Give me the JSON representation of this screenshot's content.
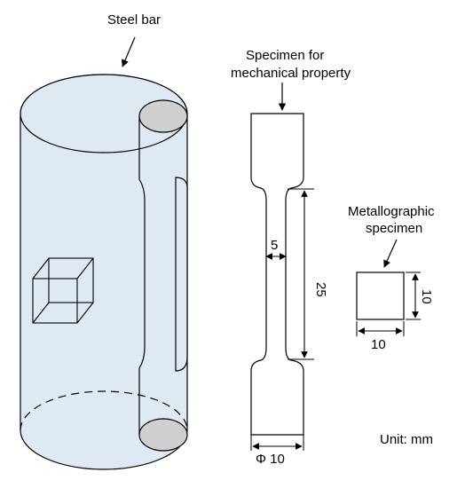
{
  "labels": {
    "steel_bar": "Steel bar",
    "specimen_mech_line1": "Specimen  for",
    "specimen_mech_line2": "mechanical property",
    "metallo_line1": "Metallographic",
    "metallo_line2": "specimen",
    "unit": "Unit: mm"
  },
  "dimensions": {
    "gauge_width": "5",
    "gauge_length": "25",
    "diameter": "Φ 10",
    "metallo_height": "10",
    "metallo_width": "10"
  },
  "colors": {
    "bar_fill": "#dfe9f3",
    "hole_fill": "#cfcfcf",
    "stroke": "#000000"
  }
}
